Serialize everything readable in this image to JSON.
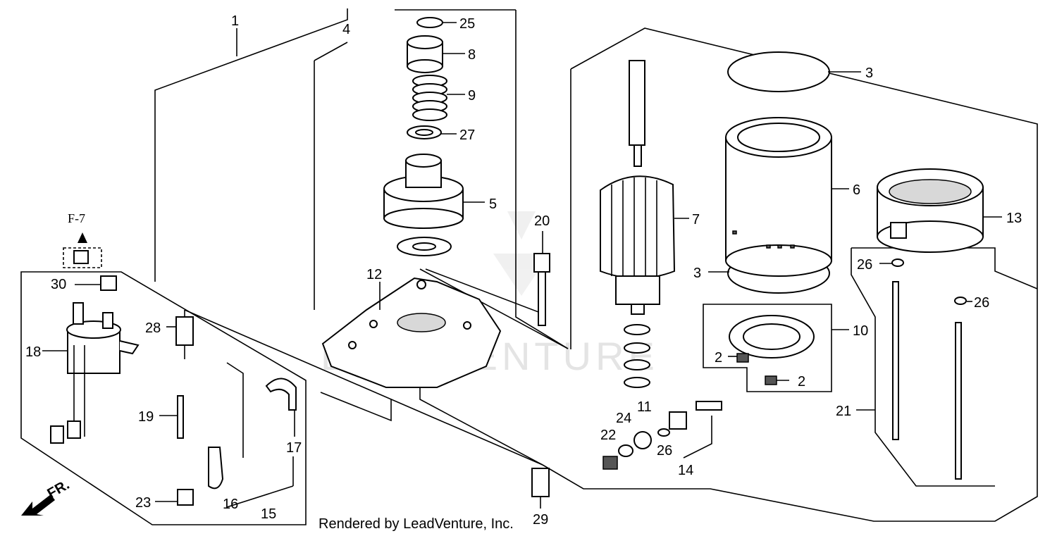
{
  "credit": "Rendered by LeadVenture, Inc.",
  "watermark": "LEADVENTURE",
  "reference": "F-7",
  "front_marker": "FR.",
  "callouts": {
    "c1": "1",
    "c2a": "2",
    "c2b": "2",
    "c3a": "3",
    "c3b": "3",
    "c4": "4",
    "c5": "5",
    "c6": "6",
    "c7": "7",
    "c8": "8",
    "c9": "9",
    "c10": "10",
    "c11": "11",
    "c12": "12",
    "c13": "13",
    "c14": "14",
    "c15": "15",
    "c16": "16",
    "c17": "17",
    "c18": "18",
    "c19": "19",
    "c20": "20",
    "c21": "21",
    "c22": "22",
    "c23": "23",
    "c24": "24",
    "c25": "25",
    "c26a": "26",
    "c26b": "26",
    "c26c": "26",
    "c27": "27",
    "c28": "28",
    "c29": "29",
    "c30": "30"
  }
}
